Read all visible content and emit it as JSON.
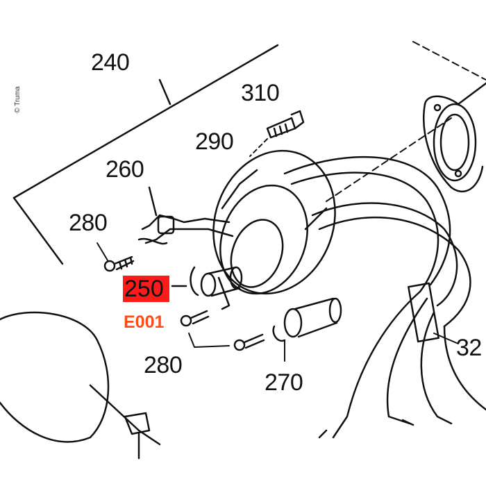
{
  "copyright": "© Truma",
  "labels": {
    "l240": "240",
    "l310": "310",
    "l290": "290",
    "l260": "260",
    "l280a": "280",
    "l250": "250",
    "l280b": "280",
    "l270": "270",
    "l32": "32"
  },
  "highlight": {
    "part": "250",
    "error_code": "E001",
    "box_color": "#ff1a1a",
    "code_color": "#ff4a1a"
  }
}
